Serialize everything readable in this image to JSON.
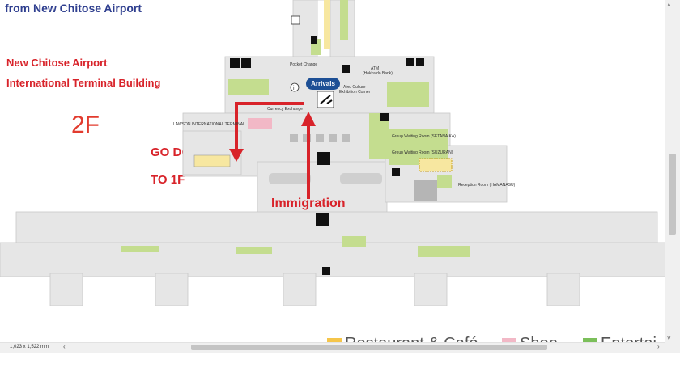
{
  "header": {
    "title": "from New Chitose Airport"
  },
  "terminal": {
    "line1": "New Chitose Airport",
    "line2": "International Terminal Building"
  },
  "floor_label": "2F",
  "directions": {
    "go_down_line1": "GO DOWN",
    "go_down_line2": "TO 1F",
    "immigration": "Immigration"
  },
  "map_labels": {
    "arrivals": "Arrivals",
    "pocket_change": "Pocket Change",
    "atm": "ATM",
    "atm_bank": "(Hokkaido Bank)",
    "ainu1": "Ainu Culture",
    "ainu2": "Exhibition Corner",
    "currency": "Currency Exchange",
    "lawson": "LAWSON INTERNATIONAL TERMINAL",
    "room_setanaika": "Group Waiting Room (SETANAIKA)",
    "room_suzuran": "Group Waiting Room (SUZURAN)",
    "reception": "Reception Room (HAMANASU)"
  },
  "legend": {
    "restaurant": "Restaurant & Café",
    "shop": "Shop",
    "entertainment": "Entertai"
  },
  "status": {
    "dimensions": "1,023 x 1,522 mm"
  },
  "colors": {
    "header_blue": "#2f3f8f",
    "arrow_red": "#d8232a",
    "area_green": "#c4dd8f",
    "area_pink": "#f2b8c6",
    "area_yellow": "#f7e7a0",
    "floor_gray": "#e6e6e6",
    "arrivals_blue": "#1d4f95"
  },
  "icons": [
    "elevator-icon",
    "toilet-icon",
    "escalator-icon",
    "info-icon",
    "airplane-icon",
    "immigration-officer-icon",
    "atm-icon",
    "stairs-icon"
  ]
}
